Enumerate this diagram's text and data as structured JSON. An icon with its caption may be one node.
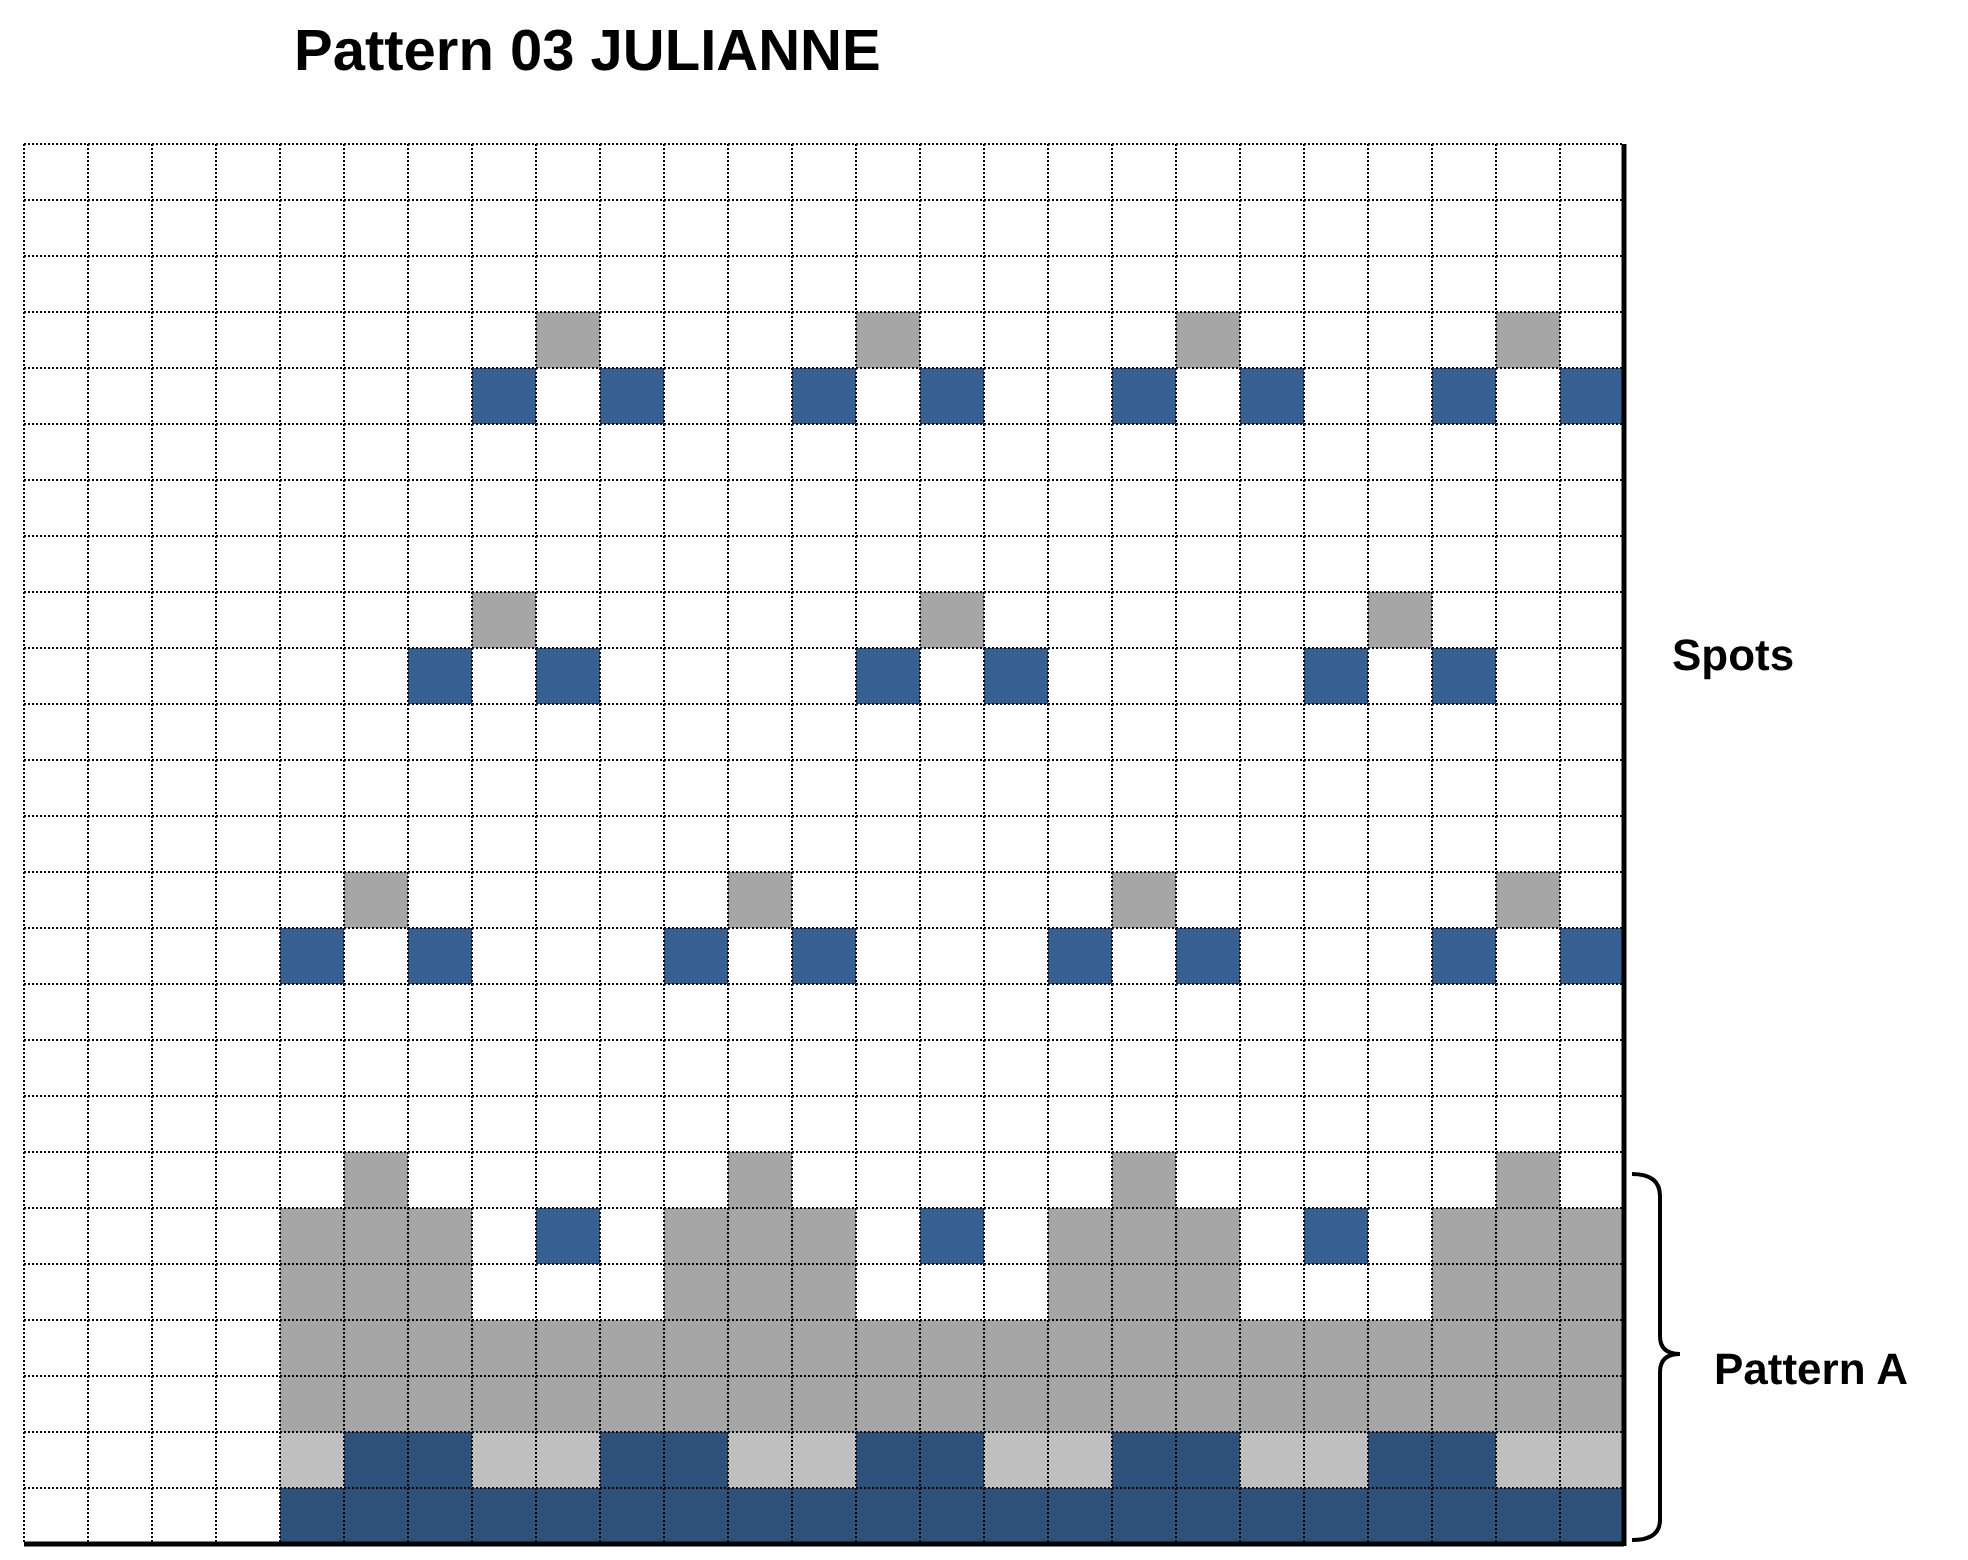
{
  "diagram": {
    "title": "Pattern 03 JULIANNE",
    "labels": [
      "Spots",
      "Pattern A"
    ]
  }
}
